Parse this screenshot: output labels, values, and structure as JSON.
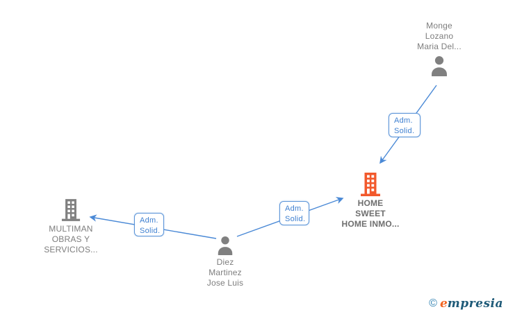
{
  "diagram": {
    "nodes": {
      "monge": {
        "type": "person",
        "label_lines": [
          "Monge",
          "Lozano",
          "Maria Del..."
        ]
      },
      "home_sweet": {
        "type": "company",
        "highlighted": true,
        "label_lines": [
          "HOME",
          "SWEET",
          "HOME INMO..."
        ]
      },
      "multiman": {
        "type": "company",
        "label_lines": [
          "MULTIMAN",
          "OBRAS Y",
          "SERVICIOS..."
        ]
      },
      "diez": {
        "type": "person",
        "label_lines": [
          "Diez",
          "Martinez",
          "Jose Luis"
        ]
      }
    },
    "edge_labels": {
      "monge_to_home": {
        "line1": "Adm.",
        "line2": "Solid."
      },
      "diez_to_home": {
        "line1": "Adm.",
        "line2": "Solid."
      },
      "diez_to_multiman": {
        "line1": "Adm.",
        "line2": "Solid."
      }
    }
  },
  "colors": {
    "edge_blue": "#4a89d6",
    "edge_box_border": "#5b94d8",
    "edge_box_text": "#3d7fd0",
    "company_highlight_orange": "#f2592c",
    "icon_gray": "#808080",
    "label_gray": "#7d7d7d"
  },
  "watermark": {
    "copyright_symbol": "©",
    "brand_first_letter": "e",
    "brand_rest": "mpresia"
  }
}
